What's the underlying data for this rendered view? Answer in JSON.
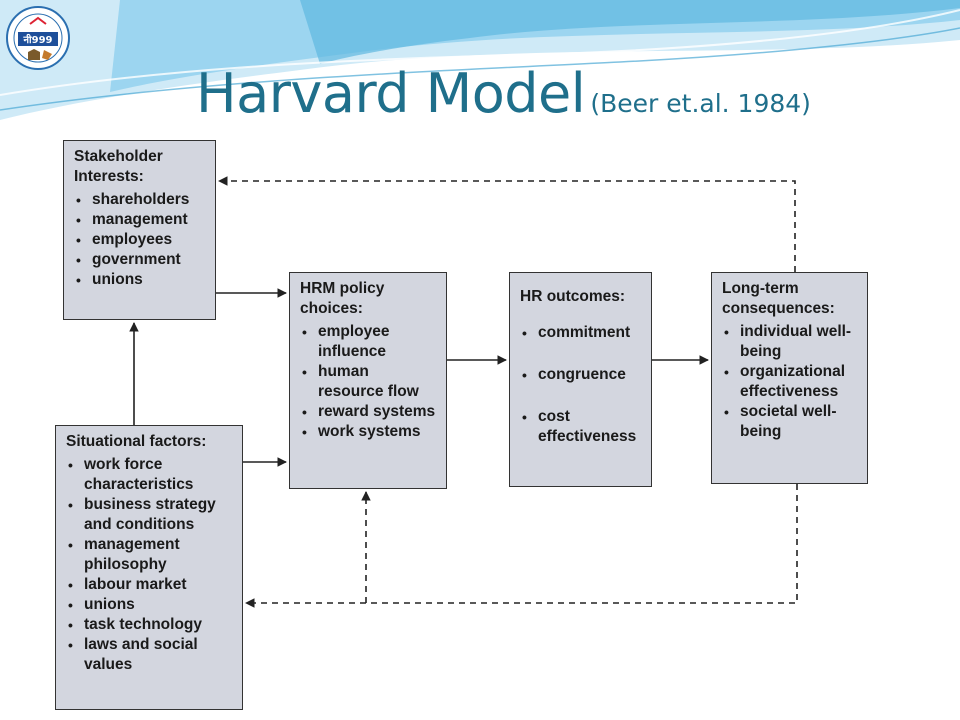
{
  "slide": {
    "title_main": "Harvard Model",
    "title_sub": "(Beer et.al. 1984)",
    "logo_text": "नी999"
  },
  "diagram": {
    "stakeholder": {
      "head": "Stakeholder Interests:",
      "items": [
        "shareholders",
        "management",
        "employees",
        "government",
        "unions"
      ]
    },
    "situational": {
      "head": "Situational factors:",
      "items": [
        "work force characteristics",
        "business strategy and conditions",
        "management philosophy",
        "labour market",
        "unions",
        "task technology",
        "laws and social values"
      ]
    },
    "hrm": {
      "head": "HRM policy choices:",
      "items": [
        "employee influence",
        "human resource flow",
        "reward systems",
        "work systems"
      ]
    },
    "outcomes": {
      "head": "HR outcomes:",
      "items": [
        "commitment",
        "congruence",
        "cost effectiveness"
      ]
    },
    "consequences": {
      "head": "Long-term consequences:",
      "items": [
        "individual well-being",
        "organizational effectiveness",
        "societal well-being"
      ]
    }
  },
  "colors": {
    "title": "#1f6f8b",
    "box_fill": "#d3d6df",
    "header_wave": "#5fb8e0"
  }
}
